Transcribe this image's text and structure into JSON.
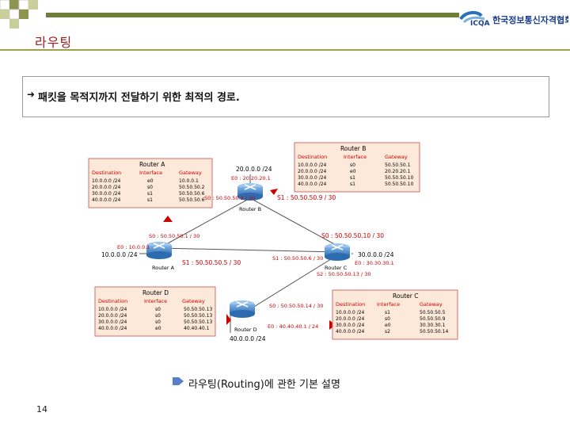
{
  "slide": {
    "title": "라우팅",
    "bullet": "패킷을 목적지까지 전달하기 위한 최적의 경로.",
    "caption": "라우팅(Routing)에 관한 기본 설명",
    "page_number": "14",
    "logo_text": "ICQA",
    "logo_korean": "한국정보통신자격협회"
  },
  "colors": {
    "accent_line": "#6f7c3a",
    "title": "#9b1b1b",
    "table_bg": "#fde9d9",
    "table_border": "#d36a6a",
    "router_body": "#4a86c8",
    "red_label": "#cc0000"
  },
  "diagram": {
    "router_a": {
      "title": "Router A",
      "headers": [
        "Destination",
        "Interface",
        "Gateway"
      ],
      "rows": [
        [
          "10.0.0.0 /24",
          "e0",
          "10.0.0.1"
        ],
        [
          "20.0.0.0 /24",
          "s0",
          "50.50.50.2"
        ],
        [
          "30.0.0.0 /24",
          "s1",
          "50.50.50.6"
        ],
        [
          "40.0.0.0 /24",
          "s1",
          "50.50.50.6"
        ]
      ],
      "label": "Router A",
      "s0": "S0 : 50.50.50.1 / 30",
      "e0": "E0 : 10.0.0.1",
      "net": "10.0.0.0 /24",
      "s1": "S1 : 50.50.50.5 / 30"
    },
    "router_b": {
      "title": "Router B",
      "headers": [
        "Destination",
        "Interface",
        "Gateway"
      ],
      "rows": [
        [
          "10.0.0.0 /24",
          "s0",
          "50.50.50.1"
        ],
        [
          "20.0.0.0 /24",
          "e0",
          "20.20.20.1"
        ],
        [
          "30.0.0.0 /24",
          "s1",
          "50.50.50.10"
        ],
        [
          "40.0.0.0 /24",
          "s1",
          "50.50.50.10"
        ]
      ],
      "label": "Router B",
      "net": "20.0.0.0 /24",
      "e0": "E0 : 20.20.20.1",
      "s0": "S0 : 50.50.50.2 / 30",
      "s1": "S1 : 50.50.50.9 / 30"
    },
    "router_c": {
      "title": "Router C",
      "headers": [
        "Destination",
        "Interface",
        "Gateway"
      ],
      "rows": [
        [
          "10.0.0.0 /24",
          "s1",
          "50.50.50.5"
        ],
        [
          "20.0.0.0 /24",
          "s0",
          "50.50.50.9"
        ],
        [
          "30.0.0.0 /24",
          "e0",
          "30.30.30.1"
        ],
        [
          "40.0.0.0 /24",
          "s2",
          "50.50.50.14"
        ]
      ],
      "label": "Router C",
      "s0": "S0 : 50.50.50.10 / 30",
      "s1": "S1 : 50.50.50.6 / 30",
      "s2": "S2 : 50.50.50.13 / 30",
      "e0": "E0 : 30.30.30.1",
      "net": "30.0.0.0 /24"
    },
    "router_d": {
      "title": "Router D",
      "headers": [
        "Destination",
        "Interface",
        "Gateway"
      ],
      "rows": [
        [
          "10.0.0.0 /24",
          "s0",
          "50.50.50.13"
        ],
        [
          "20.0.0.0 /24",
          "s0",
          "50.50.50.13"
        ],
        [
          "30.0.0.0 /24",
          "s0",
          "50.50.50.13"
        ],
        [
          "40.0.0.0 /24",
          "e0",
          "40.40.40.1"
        ]
      ],
      "label": "Router D",
      "s0": "S0 : 50.50.50.14 / 30",
      "e0": "E0 : 40.40.40.1 / 24",
      "net": "40.0.0.0 /24"
    }
  }
}
